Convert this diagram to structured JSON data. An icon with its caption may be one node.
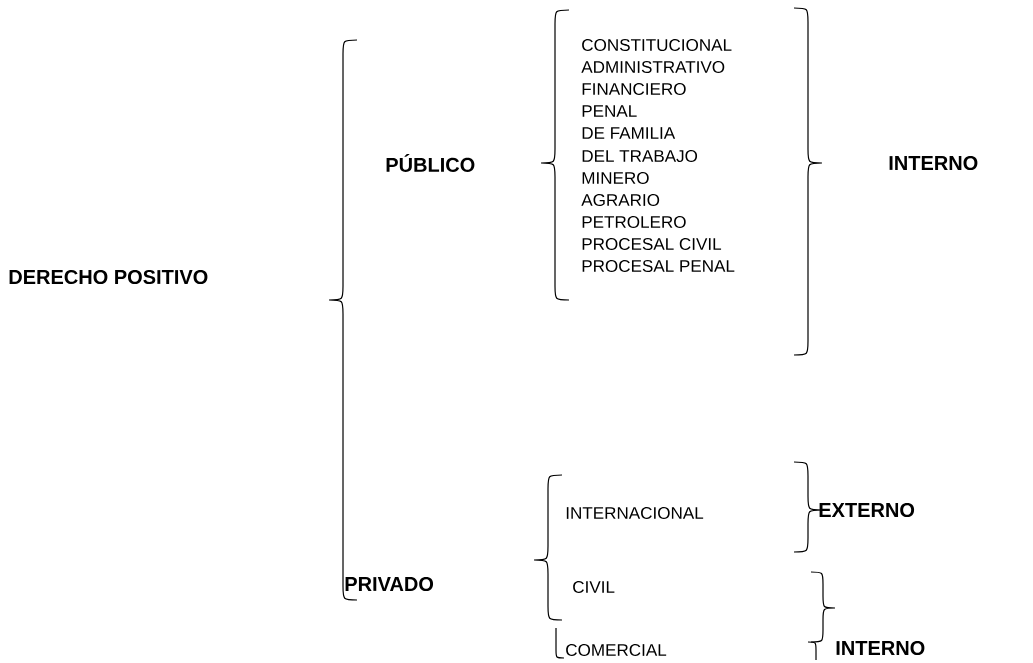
{
  "diagram": {
    "labels": [
      "CONSTITUCIONAL",
      "ADMINISTRATIVO",
      "FINANCIERO",
      "PENAL",
      "PÚBLICO",
      "DE FAMILIA",
      "INTERNO",
      "DEL TRABAJO",
      "MINERO",
      "AGRARIO",
      "DERECHO POSITIVO",
      "PETROLERO",
      "PROCESAL CIVIL",
      "PROCESAL PENAL",
      "INTERNACIONAL",
      "EXTERNO",
      "PRIVADO",
      "CIVIL",
      "COMERCIAL",
      "INTERNO"
    ]
  }
}
